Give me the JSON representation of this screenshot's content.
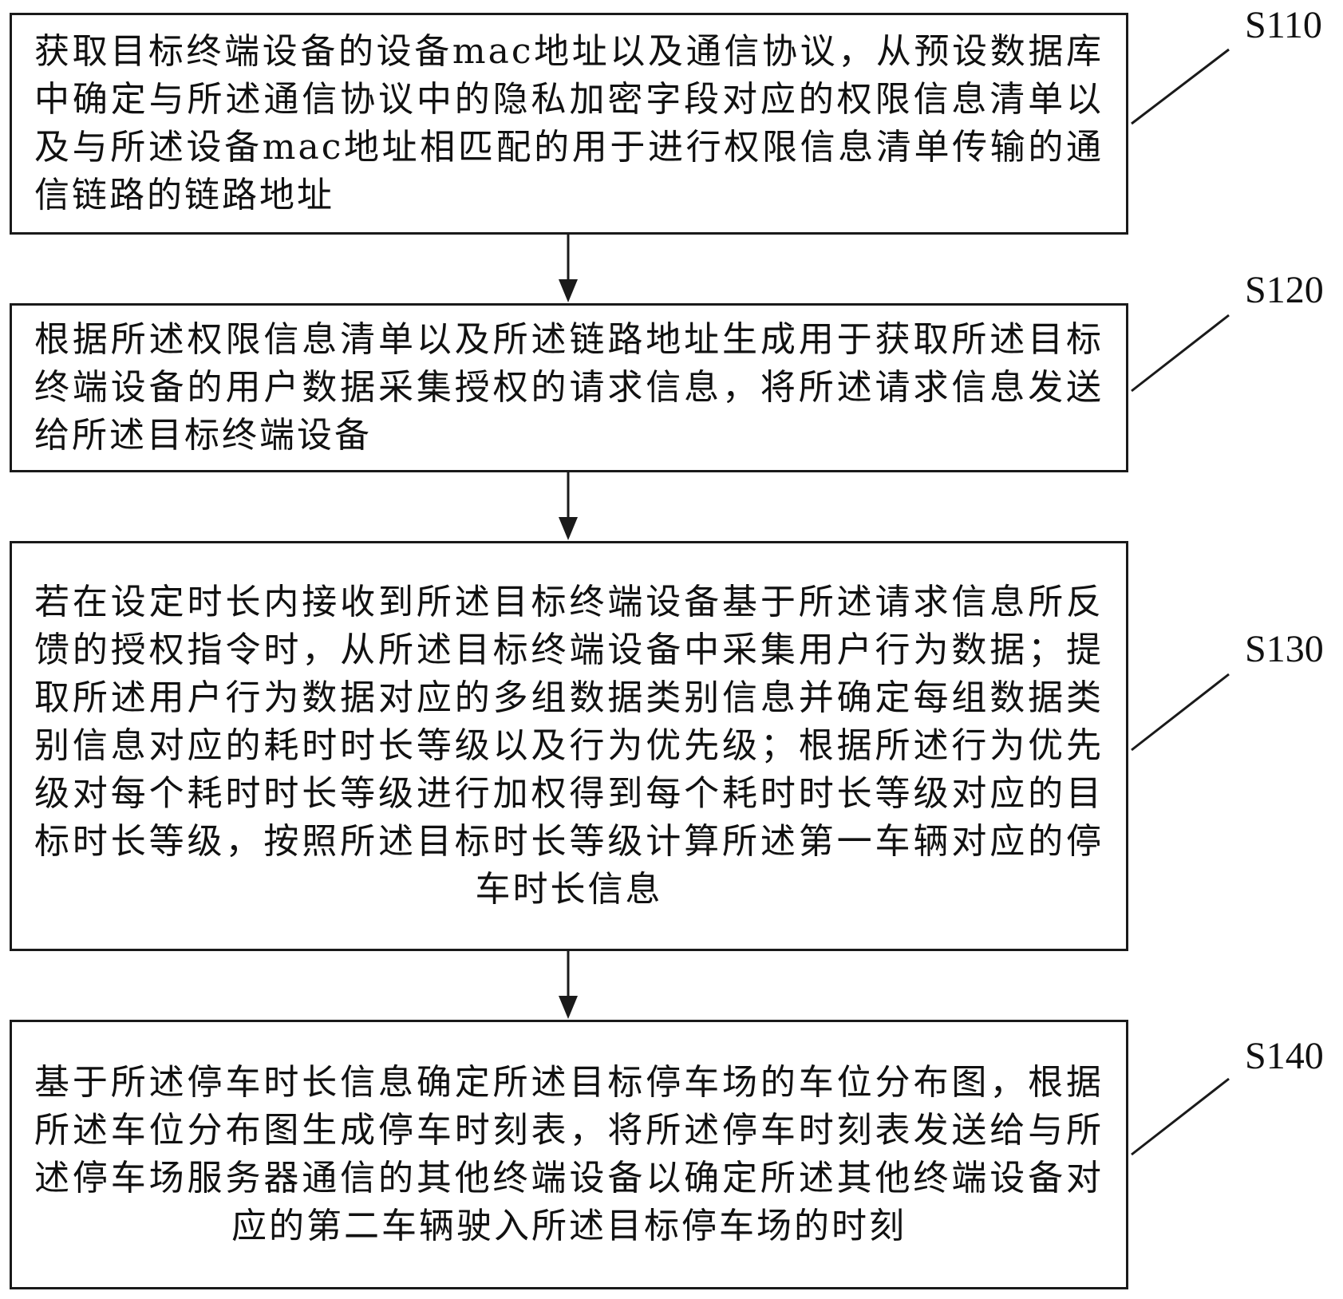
{
  "steps": [
    {
      "id": "S110",
      "label": "S110",
      "text": "获取目标终端设备的设备mac地址以及通信协议，从预设数据库中确定与所述通信协议中的隐私加密字段对应的权限信息清单以及与所述设备mac地址相匹配的用于进行权限信息清单传输的通信链路的链路地址"
    },
    {
      "id": "S120",
      "label": "S120",
      "text": "根据所述权限信息清单以及所述链路地址生成用于获取所述目标终端设备的用户数据采集授权的请求信息，将所述请求信息发送给所述目标终端设备"
    },
    {
      "id": "S130",
      "label": "S130",
      "text": "若在设定时长内接收到所述目标终端设备基于所述请求信息所反馈的授权指令时，从所述目标终端设备中采集用户行为数据；提取所述用户行为数据对应的多组数据类别信息并确定每组数据类别信息对应的耗时时长等级以及行为优先级；根据所述行为优先级对每个耗时时长等级进行加权得到每个耗时时长等级对应的目标时长等级，按照所述目标时长等级计算所述第一车辆对应的停车时长信息"
    },
    {
      "id": "S140",
      "label": "S140",
      "text": "基于所述停车时长信息确定所述目标停车场的车位分布图，根据所述车位分布图生成停车时刻表，将所述停车时刻表发送给与所述停车场服务器通信的其他终端设备以确定所述其他终端设备对应的第二车辆驶入所述目标停车场的时刻"
    }
  ],
  "colors": {
    "line": "#1a1a1a",
    "text": "#111111",
    "background": "#ffffff"
  }
}
